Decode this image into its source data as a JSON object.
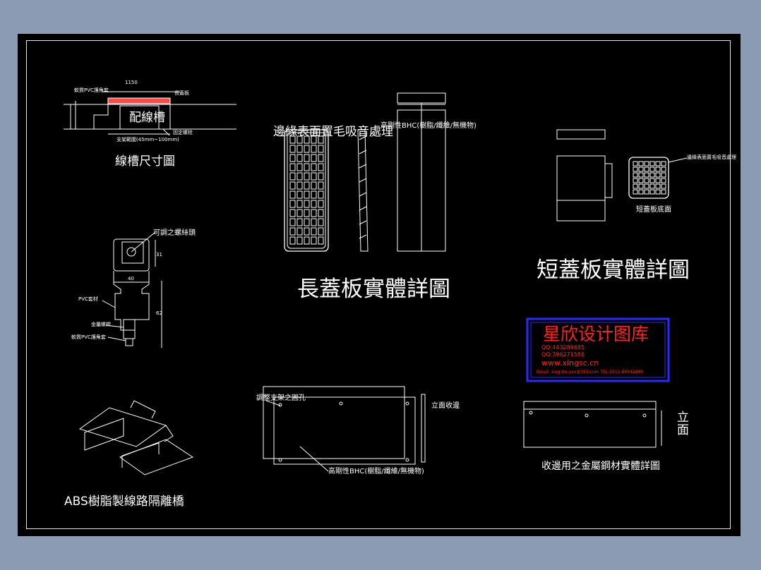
{
  "drawing": {
    "titles": {
      "wire_trough": "線槽尺寸圖",
      "long_cover": "長蓋板實體詳圖",
      "short_cover": "短蓋板實體詳圖",
      "abs_bridge": "ABS樹脂製線路隔離橋",
      "edge_metal": "收邊用之金屬鋼材實體詳圖"
    },
    "labels": {
      "trough_center": "配線槽",
      "edge_treatment": "邊緣表面置毛吸音處理",
      "high_rigidity_1": "高剛性BHC(樹脂/纖維/無機物)",
      "short_cover_bottom": "短蓋板底面",
      "short_edge_treatment": "邊緣表面置毛吸音處理",
      "adjustable_bolt": "可調之螺絲頭",
      "adj_holes": "調整支架之圓孔",
      "elevation_edge": "立面收邊",
      "high_rigidity_2": "高剛性BHC(樹脂/纖維/無機物)",
      "elevation_v1": "立",
      "elevation_v2": "面",
      "dim_31": "31",
      "dim_40": "40",
      "dim_62": "62",
      "pvc": "PVC套材",
      "metal_bolt": "金屬螺桿",
      "pvc_cap": "軟質PVC護角套",
      "top_cover": "長蓋板",
      "trough_width": "1150",
      "anchor": "固定螺栓",
      "support_range": "支架範圍(45mm~100mm)",
      "soft_pvc_top": "軟質PVC護角套"
    },
    "watermark": {
      "title": "星欣设计图库",
      "qq1": "QQ:443289685",
      "qq2": "QQ:396271586",
      "website": "www.xingsc.cn",
      "email": "Email: xing-tm.xxx@163.com   TEL:0311-86542890"
    },
    "colors": {
      "background": "#8a9bb3",
      "canvas": "#000000",
      "lines": "#ffffff",
      "watermark_border": "#2a2aff",
      "watermark_text": "#ff2020"
    }
  }
}
